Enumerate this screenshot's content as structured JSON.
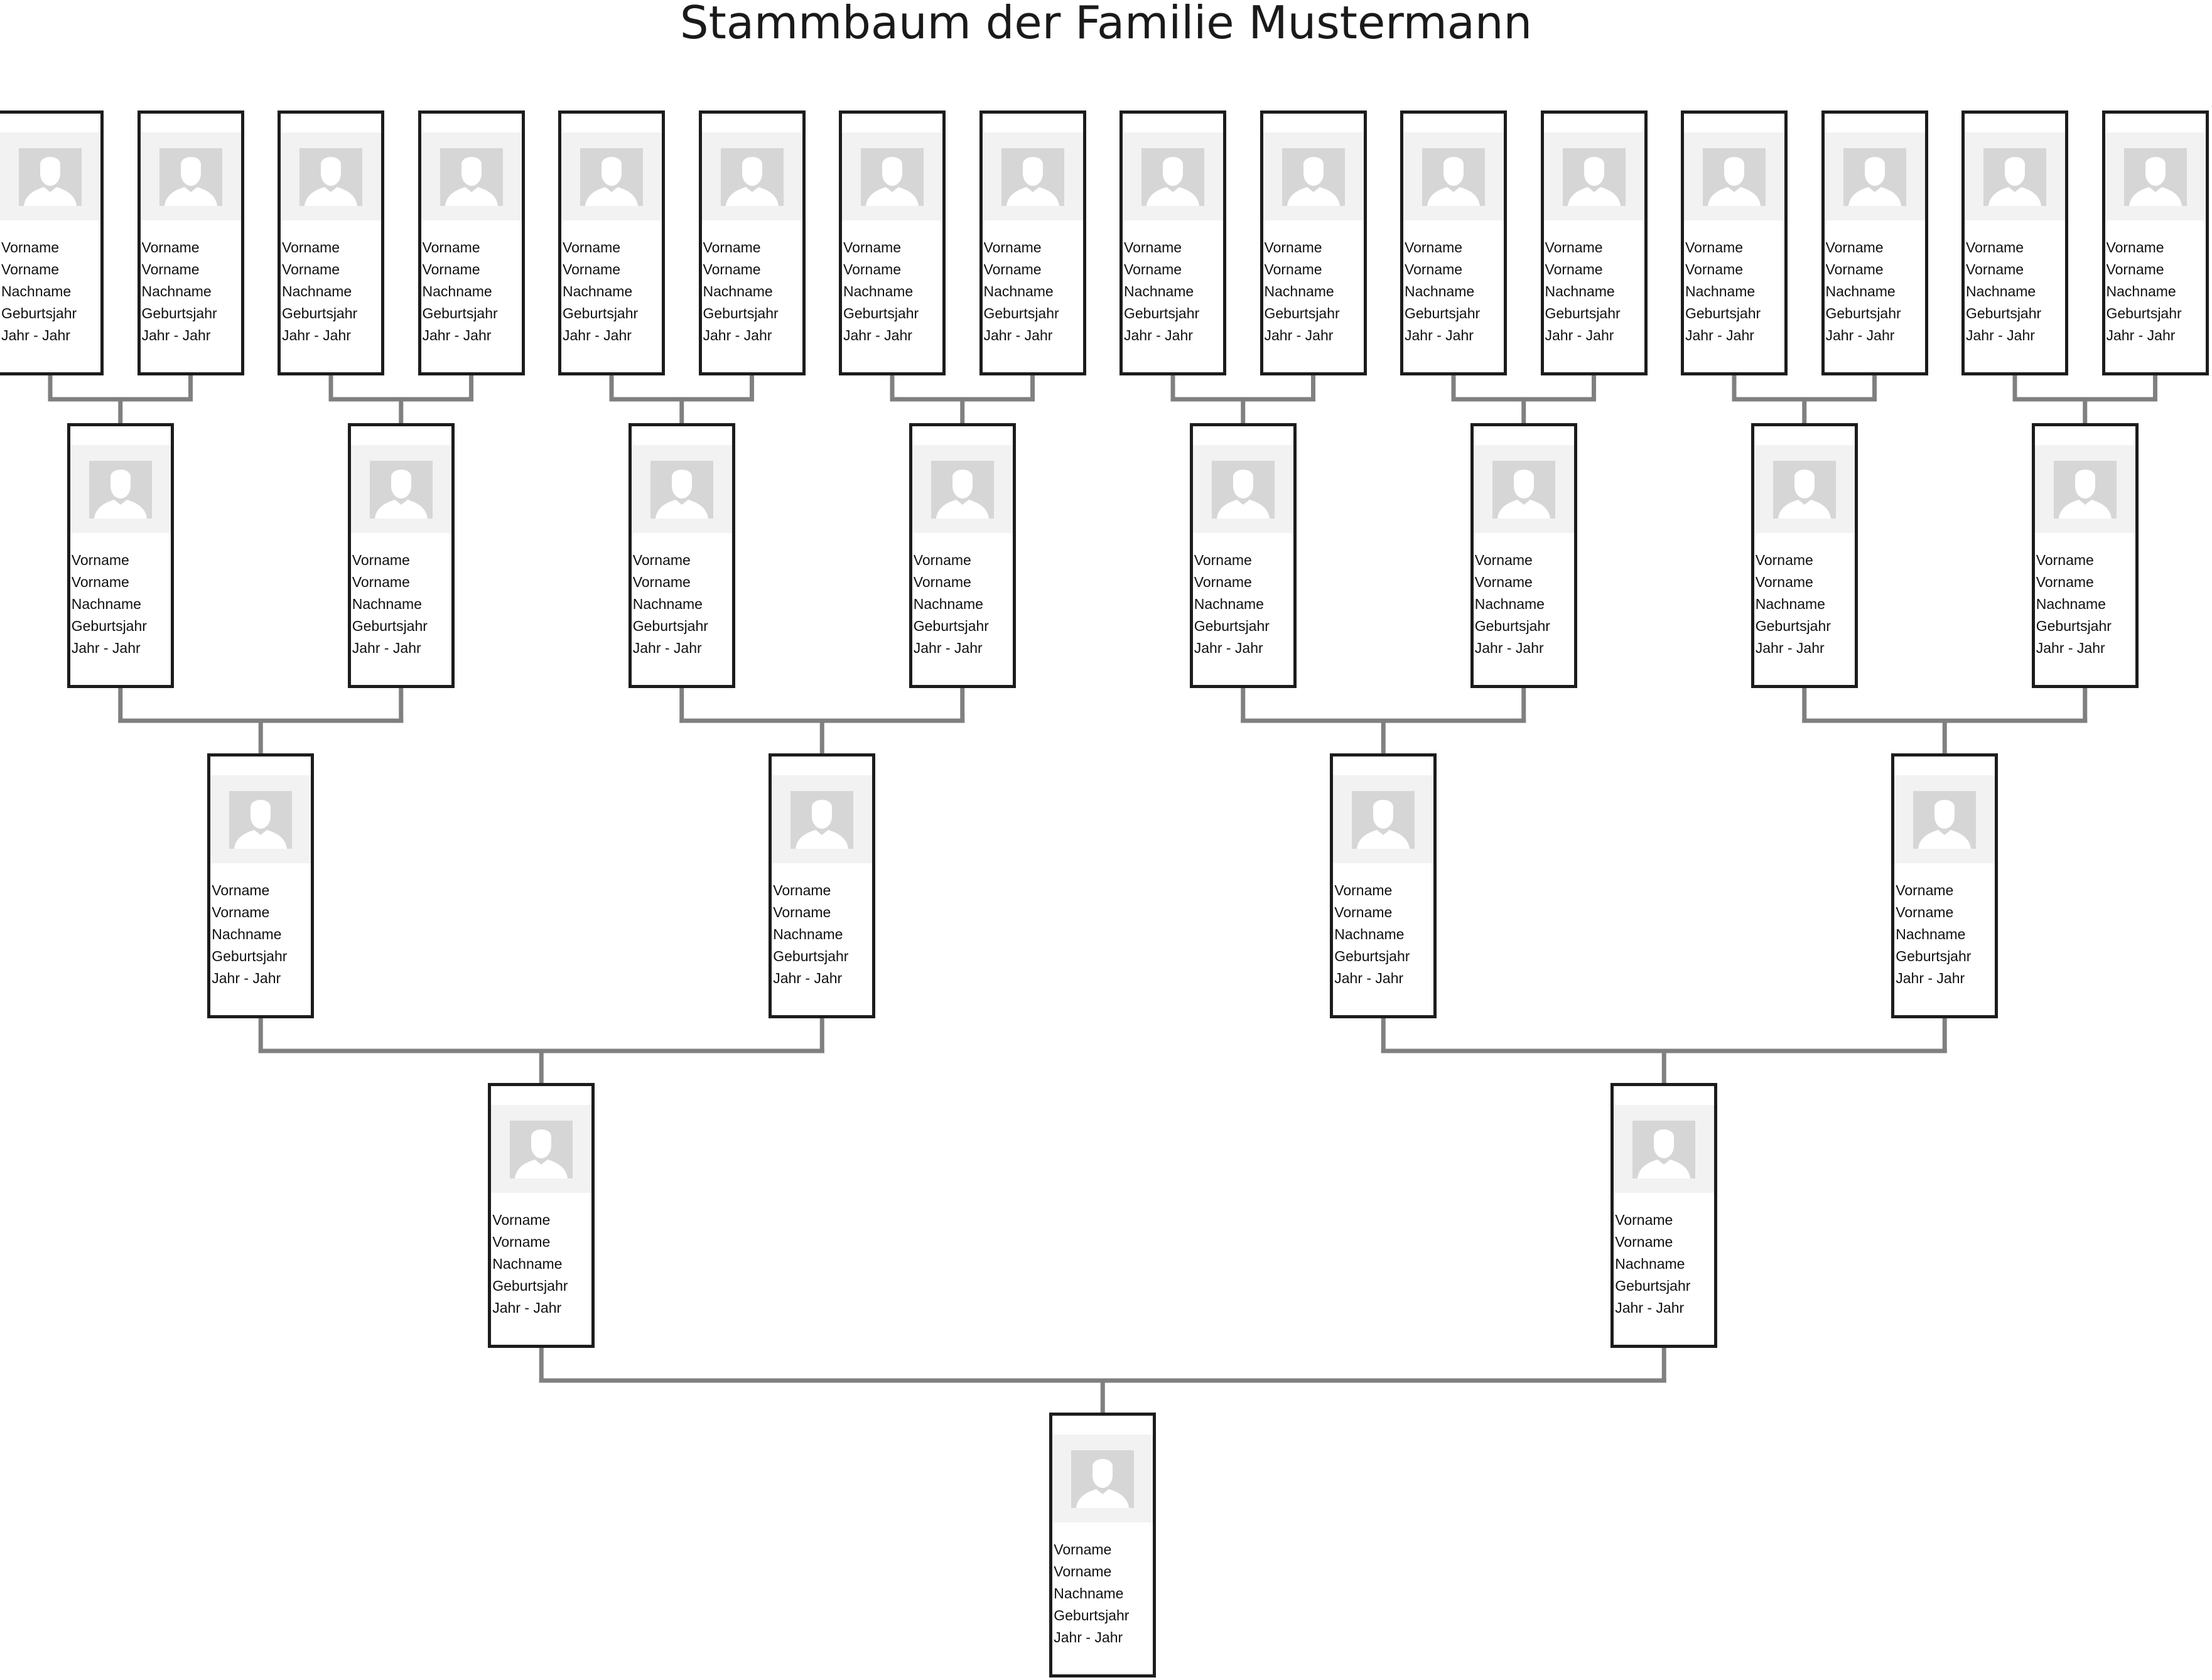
{
  "title": "Stammbaum der Familie Mustermann",
  "person_template": {
    "first_name_1": "Vorname",
    "first_name_2": "Vorname",
    "last_name": "Nachname",
    "birth_year": "Geburtsjahr",
    "life_span": "Jahr - Jahr",
    "photo_icon": "person-silhouette-icon"
  },
  "generations": [
    {
      "level": 1,
      "label": "",
      "count": 16
    },
    {
      "level": 2,
      "label": "",
      "count": 8
    },
    {
      "level": 3,
      "label": "",
      "count": 4
    },
    {
      "level": 4,
      "label": "",
      "count": 2
    },
    {
      "level": 5,
      "label": "",
      "count": 1
    }
  ],
  "colors": {
    "connector": "#808080",
    "card_border": "#1c1c1c",
    "photo_bg": "#f2f2f2",
    "avatar_bg": "#d6d6d6",
    "avatar_fg": "#ffffff"
  }
}
